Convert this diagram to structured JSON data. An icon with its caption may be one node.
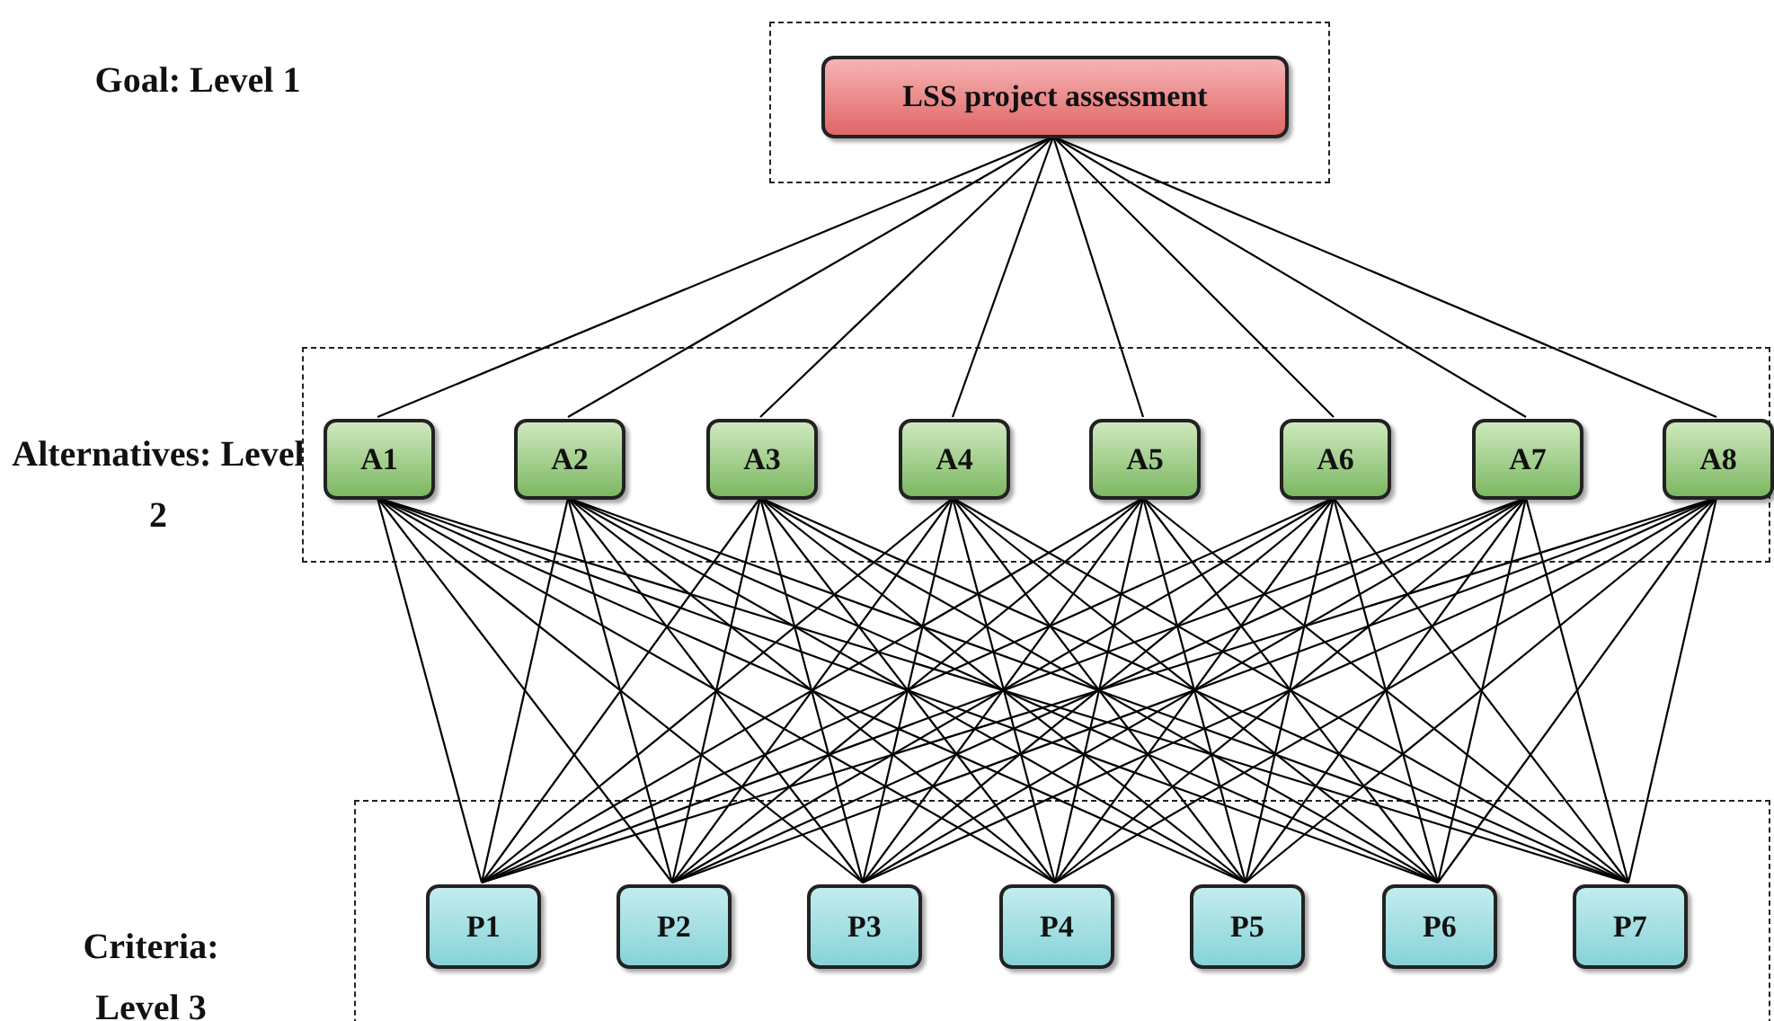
{
  "diagram": {
    "nodes": [
      {
        "text": [],
        "shape": "box"
      },
      {
        "text": [
          "LSS project assessment"
        ],
        "in": 0
      },
      {
        "text": [],
        "shape": "box"
      },
      {
        "text": [
          "A1"
        ],
        "in": 2
      },
      {
        "text": [
          "A2"
        ],
        "in": 2
      },
      {
        "text": [
          "A3"
        ],
        "in": 2
      },
      {
        "text": [
          "A4"
        ],
        "in": 2
      },
      {
        "text": [
          "A5"
        ],
        "in": 2
      },
      {
        "text": [
          "A6"
        ],
        "in": 2
      },
      {
        "text": [
          "A7"
        ],
        "in": 2
      },
      {
        "text": [
          "A8"
        ],
        "in": 2
      },
      {
        "text": [],
        "shape": "box"
      },
      {
        "text": [
          "P1"
        ],
        "in": 11
      },
      {
        "text": [
          "P2"
        ],
        "in": 11
      },
      {
        "text": [
          "P3"
        ],
        "in": 11
      },
      {
        "text": [
          "P4"
        ],
        "in": 11
      },
      {
        "text": [
          "P5"
        ],
        "in": 11
      },
      {
        "text": [
          "P6"
        ],
        "in": 11
      },
      {
        "text": [
          "P7"
        ],
        "in": 11
      }
    ],
    "edges": [
      {
        "from": 1,
        "to": 3,
        "arrow": "none"
      },
      {
        "from": 1,
        "to": 4,
        "arrow": "none"
      },
      {
        "from": 1,
        "to": 5,
        "arrow": "none"
      },
      {
        "from": 1,
        "to": 6,
        "arrow": "none"
      },
      {
        "from": 1,
        "to": 7,
        "arrow": "none"
      },
      {
        "from": 1,
        "to": 8,
        "arrow": "none"
      },
      {
        "from": 1,
        "to": 9,
        "arrow": "none"
      },
      {
        "from": 1,
        "to": 10,
        "arrow": "none"
      },
      {
        "from": 3,
        "to": 12,
        "arrow": "none"
      },
      {
        "from": 3,
        "to": 13,
        "arrow": "none"
      },
      {
        "from": 3,
        "to": 14,
        "arrow": "none"
      },
      {
        "from": 3,
        "to": 15,
        "arrow": "none"
      },
      {
        "from": 3,
        "to": 16,
        "arrow": "none"
      },
      {
        "from": 3,
        "to": 17,
        "arrow": "none"
      },
      {
        "from": 3,
        "to": 18,
        "arrow": "none"
      },
      {
        "from": 4,
        "to": 12,
        "arrow": "none"
      },
      {
        "from": 4,
        "to": 13,
        "arrow": "none"
      },
      {
        "from": 4,
        "to": 14,
        "arrow": "none"
      },
      {
        "from": 4,
        "to": 15,
        "arrow": "none"
      },
      {
        "from": 4,
        "to": 16,
        "arrow": "none"
      },
      {
        "from": 4,
        "to": 17,
        "arrow": "none"
      },
      {
        "from": 4,
        "to": 18,
        "arrow": "none"
      },
      {
        "from": 5,
        "to": 12,
        "arrow": "none"
      },
      {
        "from": 5,
        "to": 13,
        "arrow": "none"
      },
      {
        "from": 5,
        "to": 14,
        "arrow": "none"
      },
      {
        "from": 5,
        "to": 15,
        "arrow": "none"
      },
      {
        "from": 5,
        "to": 16,
        "arrow": "none"
      },
      {
        "from": 5,
        "to": 17,
        "arrow": "none"
      },
      {
        "from": 5,
        "to": 18,
        "arrow": "none"
      },
      {
        "from": 6,
        "to": 12,
        "arrow": "none"
      },
      {
        "from": 6,
        "to": 13,
        "arrow": "none"
      },
      {
        "from": 6,
        "to": 14,
        "arrow": "none"
      },
      {
        "from": 6,
        "to": 15,
        "arrow": "none"
      },
      {
        "from": 6,
        "to": 16,
        "arrow": "none"
      },
      {
        "from": 6,
        "to": 17,
        "arrow": "none"
      },
      {
        "from": 6,
        "to": 18,
        "arrow": "none"
      },
      {
        "from": 7,
        "to": 12,
        "arrow": "none"
      },
      {
        "from": 7,
        "to": 13,
        "arrow": "none"
      },
      {
        "from": 7,
        "to": 14,
        "arrow": "none"
      },
      {
        "from": 7,
        "to": 15,
        "arrow": "none"
      },
      {
        "from": 7,
        "to": 16,
        "arrow": "none"
      },
      {
        "from": 7,
        "to": 17,
        "arrow": "none"
      },
      {
        "from": 7,
        "to": 18,
        "arrow": "none"
      },
      {
        "from": 8,
        "to": 12,
        "arrow": "none"
      },
      {
        "from": 8,
        "to": 13,
        "arrow": "none"
      },
      {
        "from": 8,
        "to": 14,
        "arrow": "none"
      },
      {
        "from": 8,
        "to": 15,
        "arrow": "none"
      },
      {
        "from": 8,
        "to": 16,
        "arrow": "none"
      },
      {
        "from": 8,
        "to": 17,
        "arrow": "none"
      },
      {
        "from": 8,
        "to": 18,
        "arrow": "none"
      },
      {
        "from": 9,
        "to": 12,
        "arrow": "none"
      },
      {
        "from": 9,
        "to": 13,
        "arrow": "none"
      },
      {
        "from": 9,
        "to": 14,
        "arrow": "none"
      },
      {
        "from": 9,
        "to": 15,
        "arrow": "none"
      },
      {
        "from": 9,
        "to": 16,
        "arrow": "none"
      },
      {
        "from": 9,
        "to": 17,
        "arrow": "none"
      },
      {
        "from": 9,
        "to": 18,
        "arrow": "none"
      },
      {
        "from": 10,
        "to": 12,
        "arrow": "none"
      },
      {
        "from": 10,
        "to": 13,
        "arrow": "none"
      },
      {
        "from": 10,
        "to": 14,
        "arrow": "none"
      },
      {
        "from": 10,
        "to": 15,
        "arrow": "none"
      },
      {
        "from": 10,
        "to": 16,
        "arrow": "none"
      },
      {
        "from": 10,
        "to": 17,
        "arrow": "none"
      },
      {
        "from": 10,
        "to": 18,
        "arrow": "none"
      }
    ],
    "labels": [
      "Goal: Level 1",
      "Alternatives: Level 2",
      "Criteria: Level 3"
    ]
  }
}
